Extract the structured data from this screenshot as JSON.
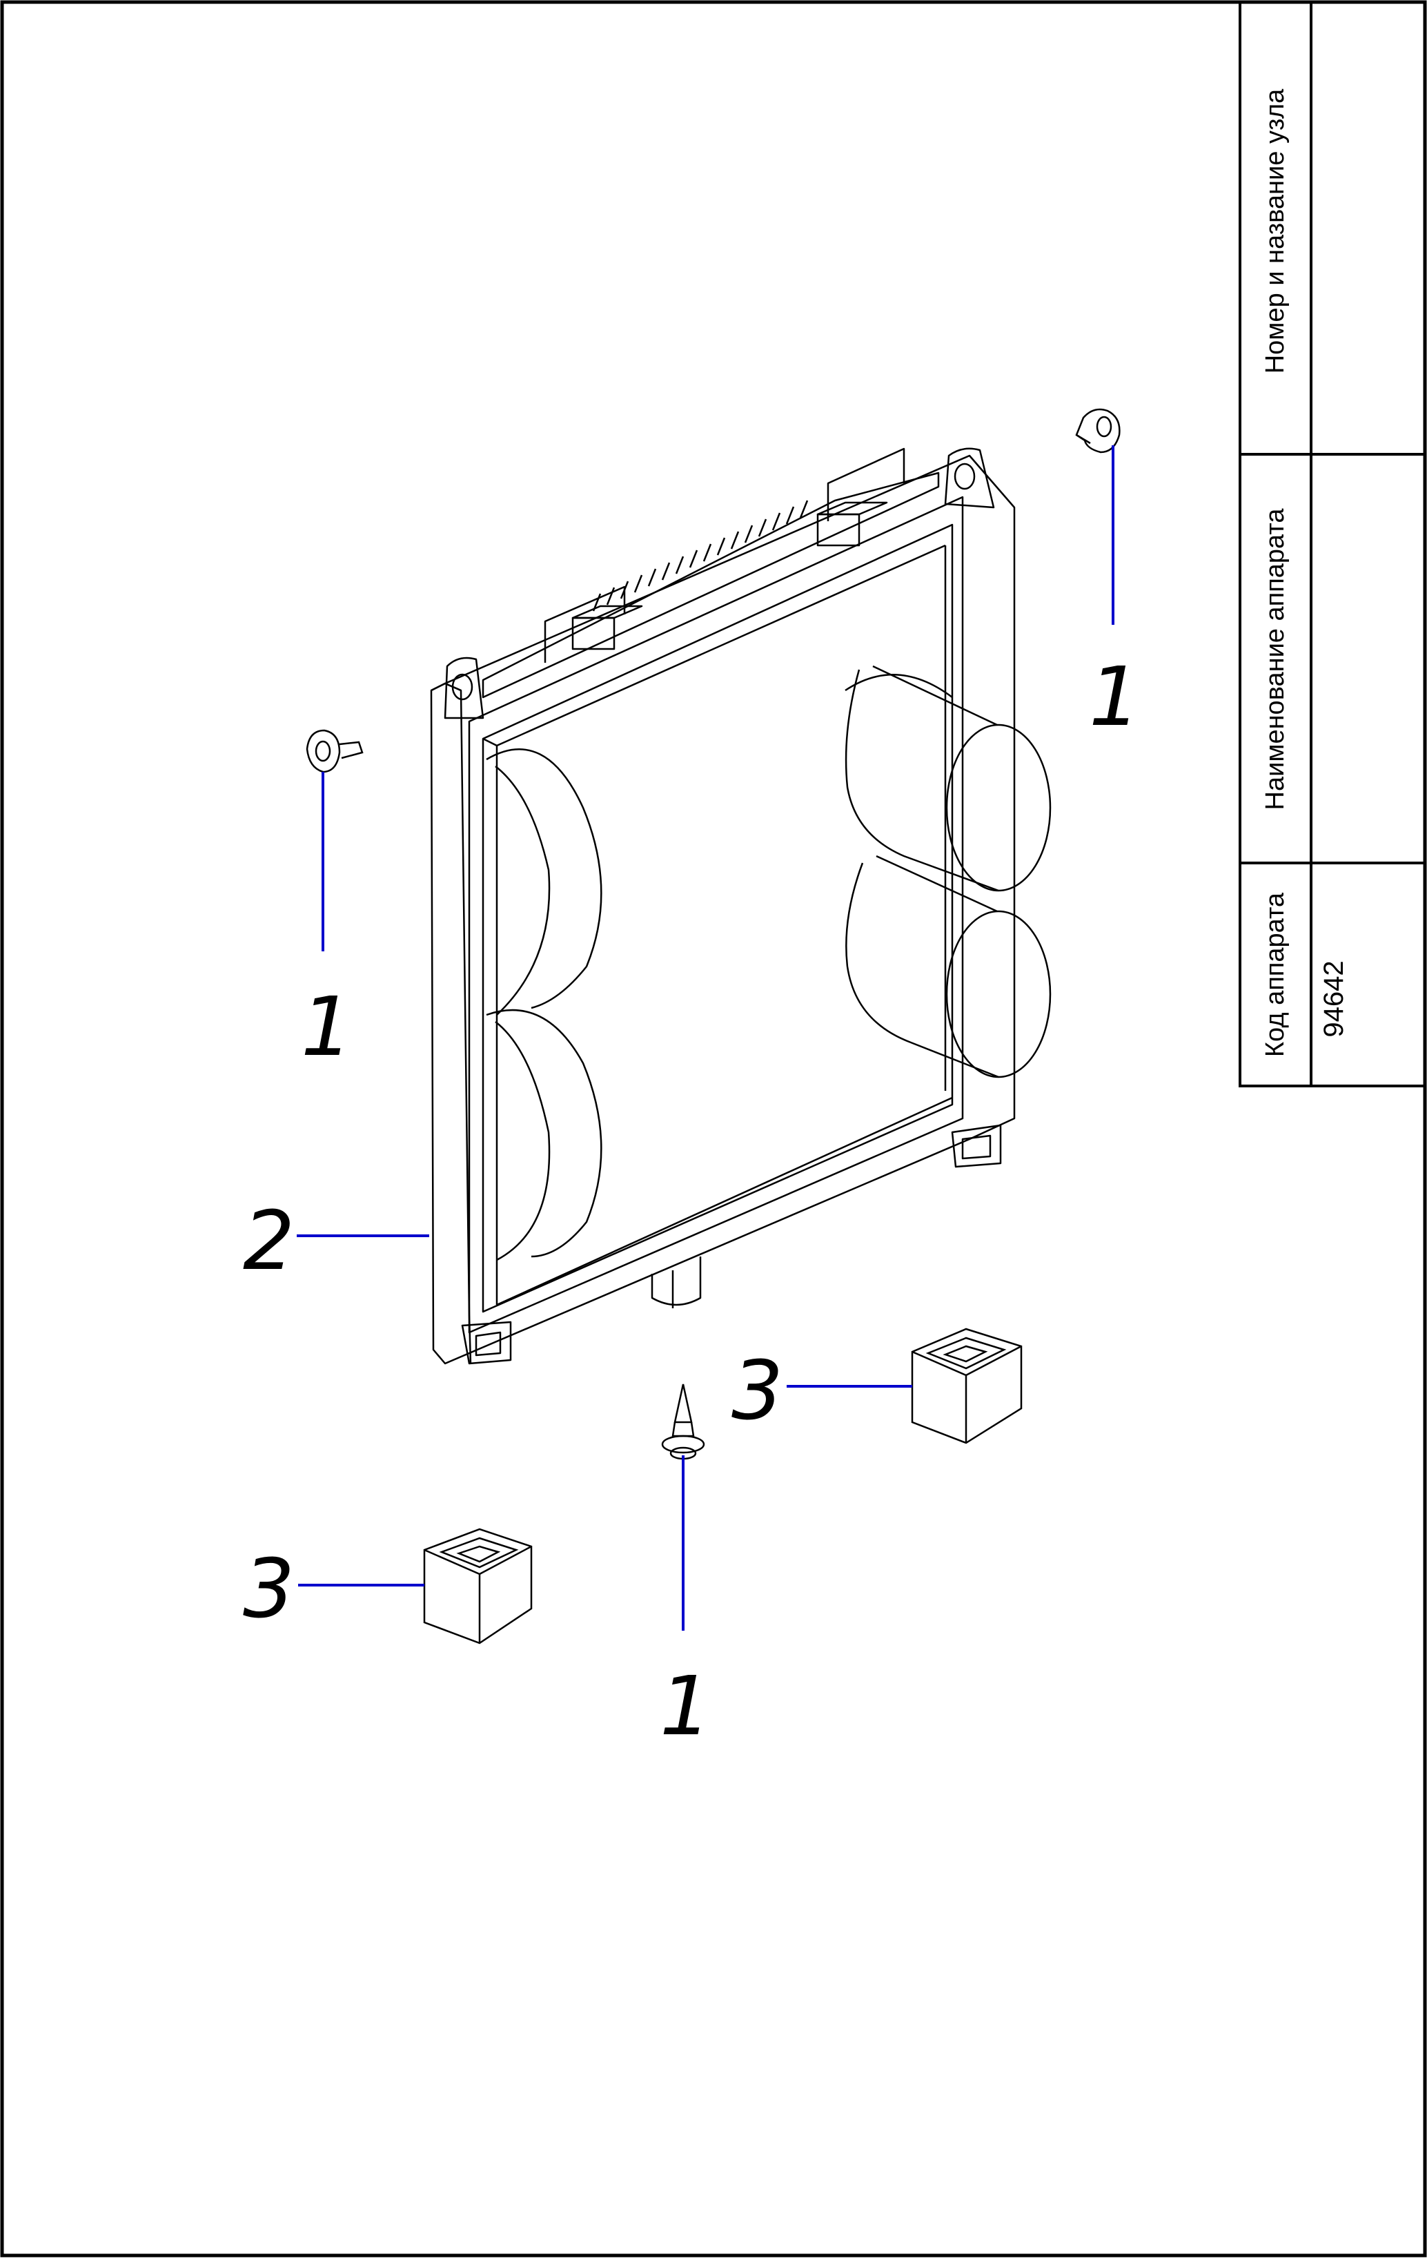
{
  "title_block": {
    "assembly_header": "Номер и название узла",
    "assembly_value": "",
    "device_name_header": "Наименование аппарата",
    "device_name_value": "",
    "device_code_header": "Код аппарата",
    "device_code_value": "94642"
  },
  "callouts": [
    {
      "id": "screw-top-right",
      "label": "1"
    },
    {
      "id": "screw-left",
      "label": "1"
    },
    {
      "id": "frame",
      "label": "2"
    },
    {
      "id": "clip-right",
      "label": "3"
    },
    {
      "id": "clip-left",
      "label": "3"
    },
    {
      "id": "screw-bottom",
      "label": "1"
    }
  ],
  "colors": {
    "line": "#000000",
    "leader": "#0000cc",
    "paper": "#ffffff"
  }
}
